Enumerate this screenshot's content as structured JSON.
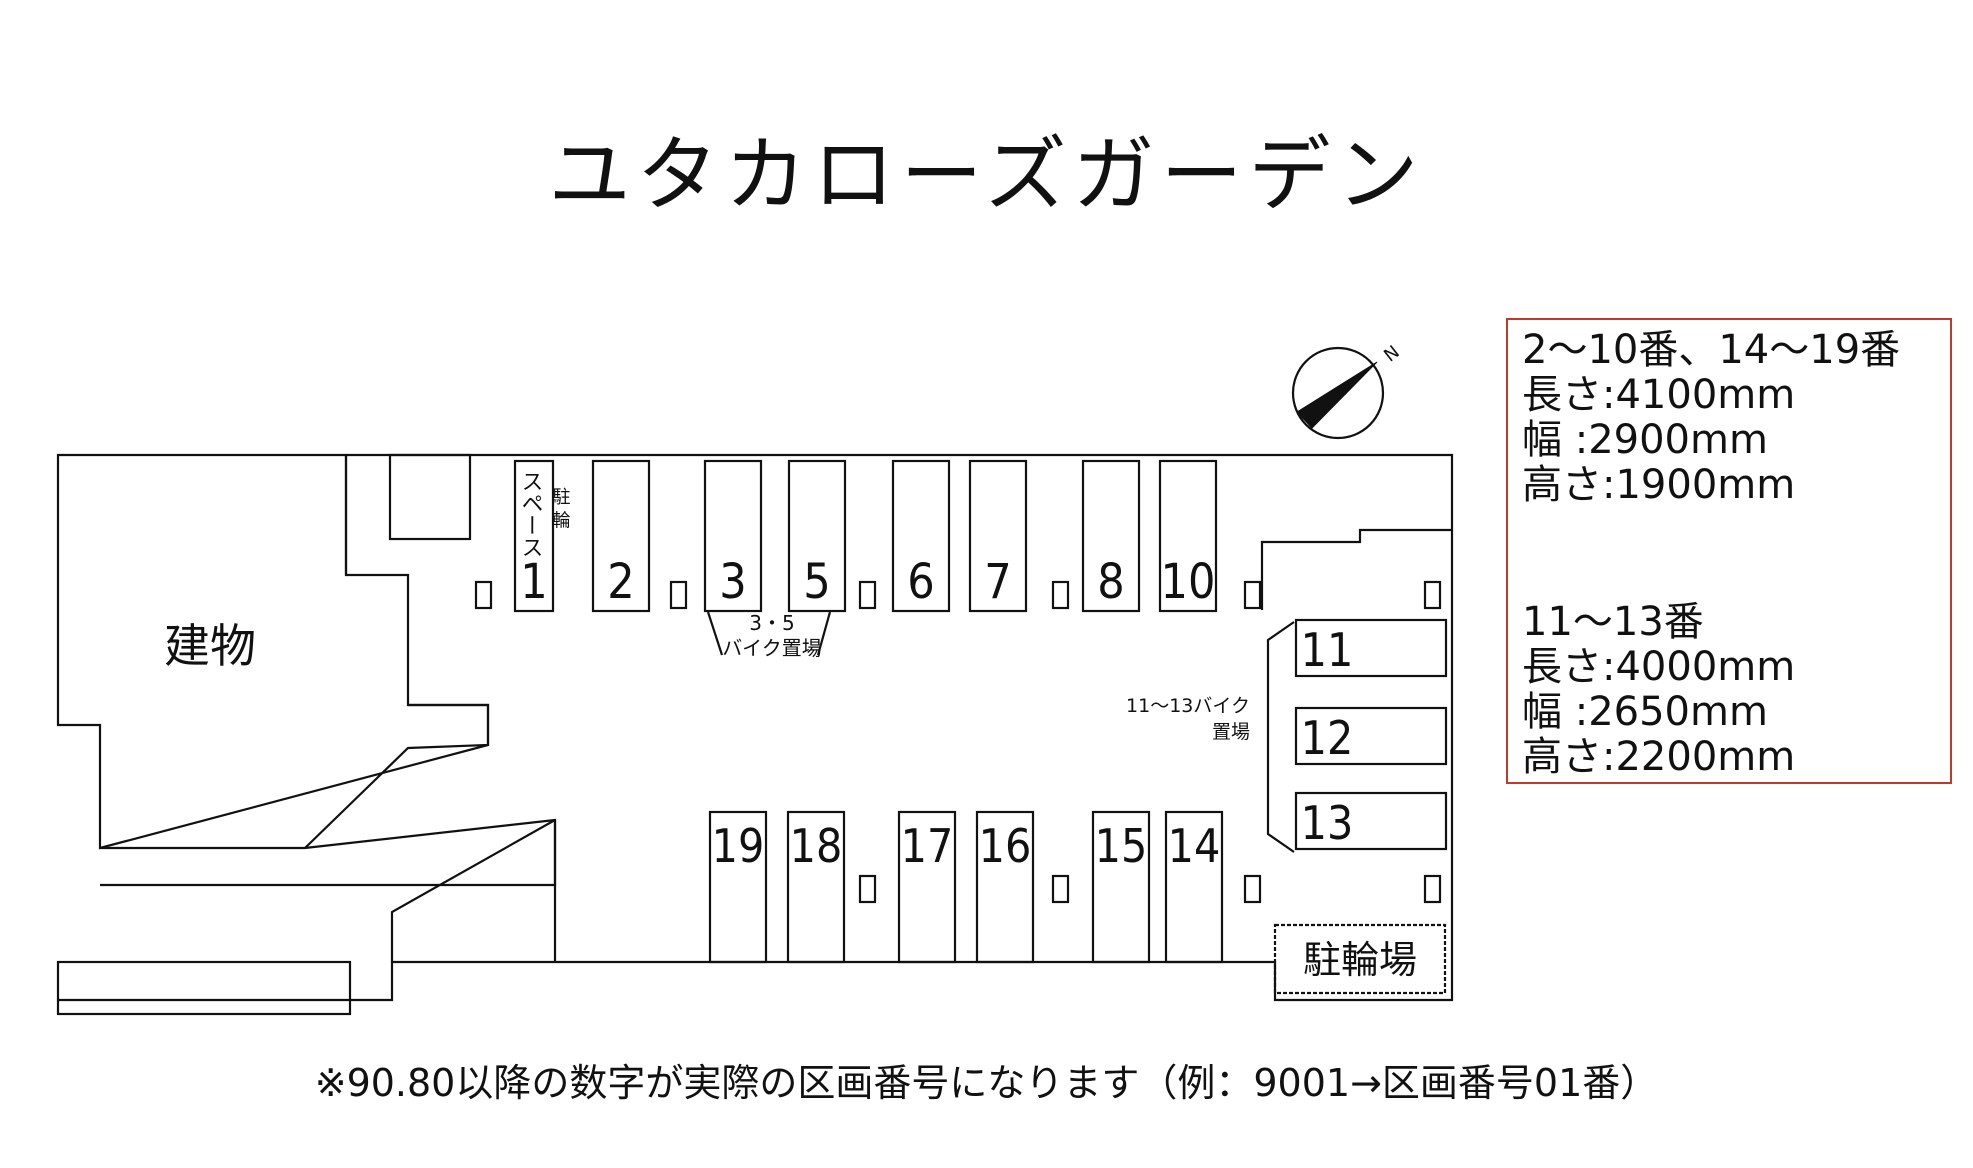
{
  "title": "ユタカローズガーデン",
  "building_label": "建物",
  "bike_space_label_top": "駐 輪",
  "bike_space_label_side": "スペース",
  "bike_area_35_line1": "3・5",
  "bike_area_35_line2": "バイク置場",
  "bike_area_11_13_line1": "11～13バイク",
  "bike_area_11_13_line2": "置場",
  "bicycle_parking_label": "駐輪場",
  "compass_label": "N",
  "spaces_top": [
    "1",
    "2",
    "3",
    "5",
    "6",
    "7",
    "8",
    "10"
  ],
  "spaces_right": [
    "11",
    "12",
    "13"
  ],
  "spaces_bottom": [
    "19",
    "18",
    "17",
    "16",
    "15",
    "14"
  ],
  "spec": {
    "group1": {
      "heading": "2～10番、14～19番",
      "length": "長さ:4100mm",
      "width": "幅 :2900mm",
      "height": "高さ:1900mm"
    },
    "group2": {
      "heading": "11～13番",
      "length": "長さ:4000mm",
      "width": "幅 :2650mm",
      "height": "高さ:2200mm"
    }
  },
  "note": "※90.80以降の数字が実際の区画番号になります（例：9001→区画番号01番）"
}
